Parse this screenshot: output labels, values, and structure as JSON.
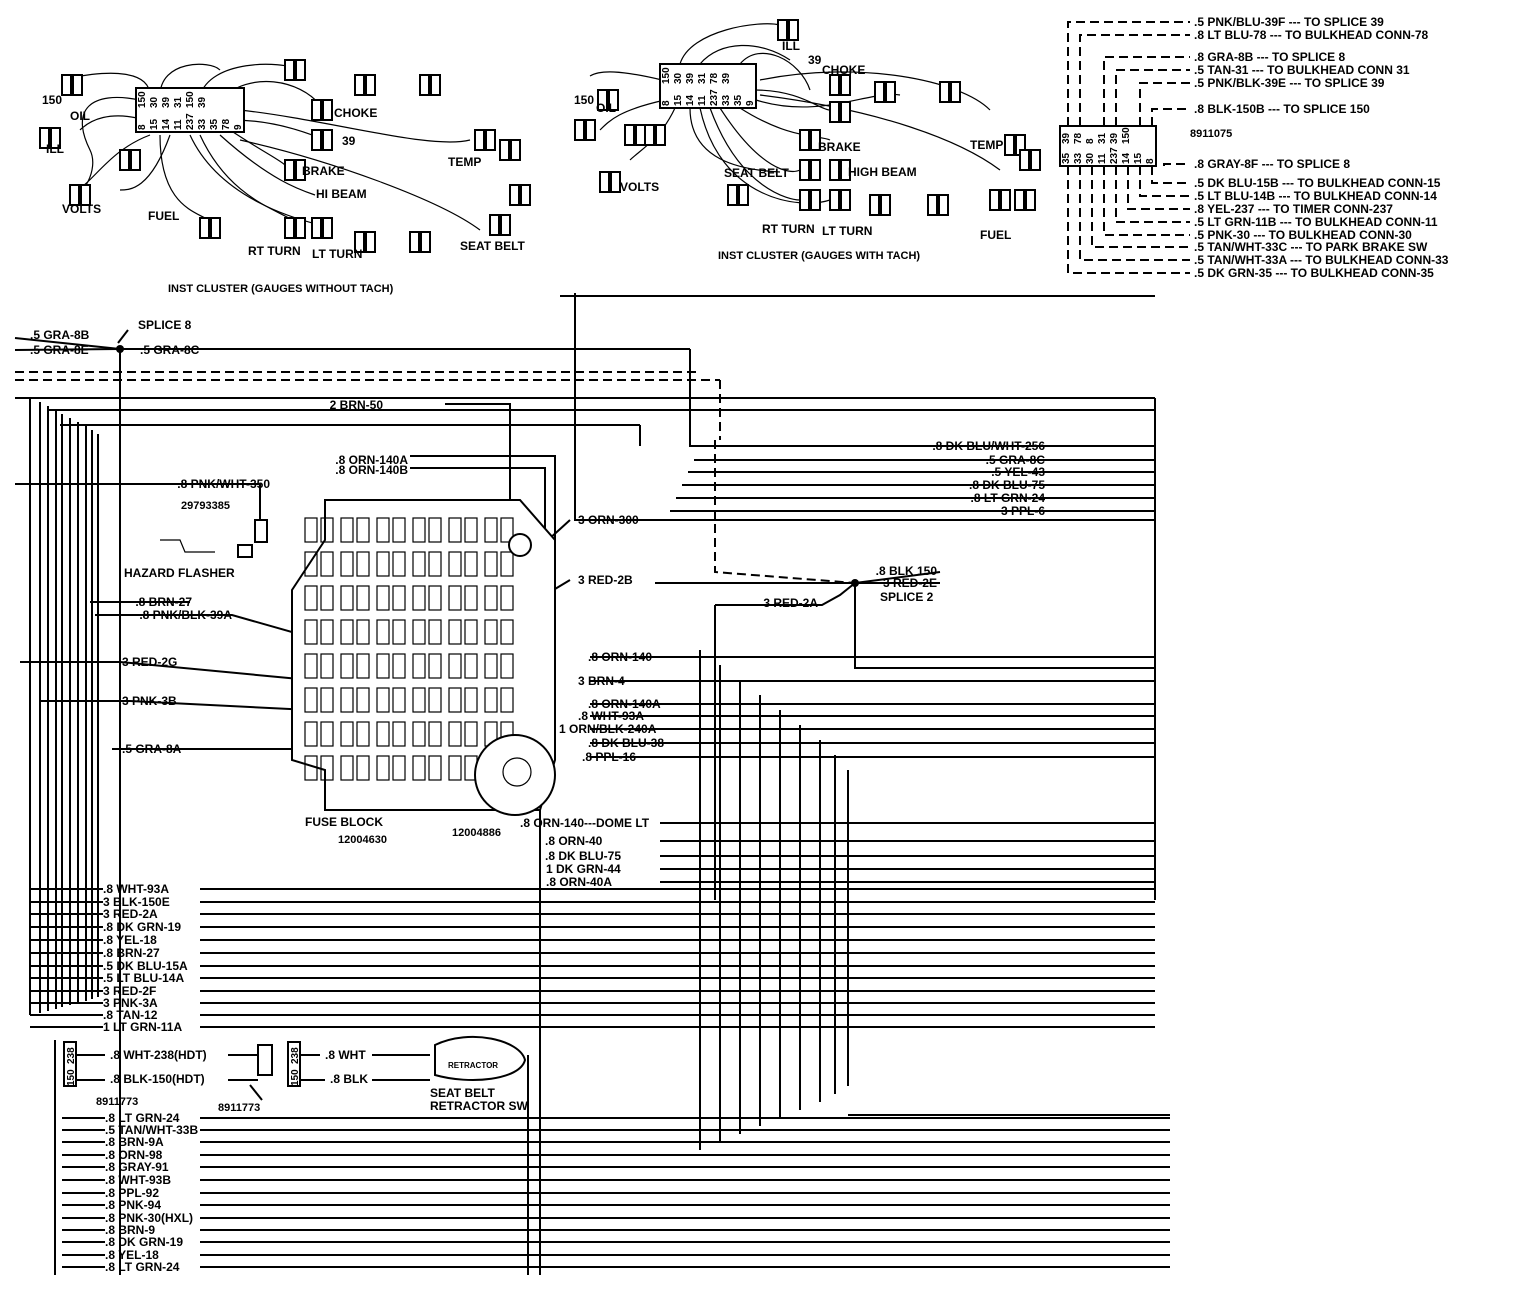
{
  "colors": {
    "line": "#000000",
    "background": "#ffffff"
  },
  "clusters": {
    "no_tach": {
      "caption": "INST CLUSTER (GAUGES WITHOUT TACH)",
      "pins_top": [
        "150",
        "30",
        "39",
        "31",
        "150",
        "39"
      ],
      "pins_bottom": [
        "8",
        "15",
        "14",
        "11",
        "237",
        "33",
        "35",
        "78",
        "9"
      ],
      "labels": [
        {
          "text": "OIL"
        },
        {
          "text": "VOLTS"
        },
        {
          "text": "FUEL"
        },
        {
          "text": "CHOKE"
        },
        {
          "text": "BRAKE"
        },
        {
          "text": "HI BEAM"
        },
        {
          "text": "RT TURN"
        },
        {
          "text": "LT TURN"
        },
        {
          "text": "TEMP"
        },
        {
          "text": "SEAT BELT"
        },
        {
          "text": "ILL"
        },
        {
          "text": "150"
        },
        {
          "text": "39"
        }
      ]
    },
    "tach": {
      "caption": "INST CLUSTER (GAUGES WITH TACH)",
      "pins_top": [
        "150",
        "30",
        "39",
        "31",
        "78",
        "39"
      ],
      "pins_bottom": [
        "8",
        "15",
        "14",
        "11",
        "237",
        "33",
        "35",
        "9"
      ],
      "labels": [
        {
          "text": "OIL"
        },
        {
          "text": "VOLTS"
        },
        {
          "text": "CHOKE"
        },
        {
          "text": "BRAKE"
        },
        {
          "text": "SEAT BELT"
        },
        {
          "text": "HIGH BEAM"
        },
        {
          "text": "RT TURN"
        },
        {
          "text": "LT TURN"
        },
        {
          "text": "TEMP"
        },
        {
          "text": "FUEL"
        },
        {
          "text": "ILL"
        },
        {
          "text": "150"
        },
        {
          "text": "39"
        }
      ]
    }
  },
  "connector_8911075": {
    "part_number": "8911075",
    "pins_top": [
      "39",
      "78",
      "8",
      "31",
      "39",
      "150"
    ],
    "pins_bottom": [
      "35",
      "33",
      "30",
      "11",
      "237",
      "14",
      "15",
      "8"
    ],
    "circuits": [
      ".5 PNK/BLU-39F --- TO SPLICE 39",
      ".8 LT BLU-78 --- TO BULKHEAD CONN-78",
      ".8 GRA-8B --- TO SPLICE 8",
      ".5 TAN-31 --- TO BULKHEAD CONN 31",
      ".5 PNK/BLK-39E --- TO SPLICE 39",
      ".8 BLK-150B --- TO SPLICE 150",
      ".8 GRAY-8F --- TO SPLICE 8",
      ".5 DK BLU-15B --- TO BULKHEAD CONN-15",
      ".5 LT BLU-14B --- TO BULKHEAD CONN-14",
      ".8 YEL-237 --- TO TIMER CONN-237",
      ".5 LT GRN-11B --- TO BULKHEAD CONN-11",
      ".5 PNK-30 --- TO BULKHEAD CONN-30",
      ".5 TAN/WHT-33C --- TO PARK BRAKE SW",
      ".5 TAN/WHT-33A --- TO BULKHEAD CONN-33",
      ".5 DK GRN-35 --- TO BULKHEAD CONN-35"
    ]
  },
  "splice8": {
    "title": "SPLICE 8",
    "wires": [
      ".5 GRA-8B",
      ".5 GRA-8E",
      ".5 GRA-8C"
    ]
  },
  "splice2": {
    "title": "SPLICE 2",
    "wires": [
      ".8 BLK 150",
      "3 RED-2E",
      "3 RED-2A"
    ]
  },
  "right_wires": [
    ".8 DK BLU/WHT-256",
    ".5 GRA-8C",
    ".5 YEL-43",
    ".8 DK BLU-75",
    ".8 LT GRN-24",
    "3 PPL-6"
  ],
  "fuse_block": {
    "title": "FUSE BLOCK",
    "part_number": "12004630",
    "part_number_2": "12004886",
    "hazard_flasher": "HAZARD FLASHER",
    "hazard_part": "29793385",
    "wires": [
      "2 BRN-50",
      ".8 ORN-140A",
      ".8 ORN-140B",
      ".8 PNK/WHT-350",
      "3 ORN-300",
      "3 RED-2B",
      ".8 BRN-27",
      ".8 PNK/BLK-39A",
      "3 RED-2G",
      "3 PNK-3B",
      ".5 GRA-8A",
      ".8 ORN-140",
      "3 BRN-4",
      ".8 ORN-140A",
      ".8 WHT-93A",
      "1 ORN/BLK-240A",
      ".8 DK BLU-38",
      ".8 PPL-16",
      ".8 ORN-140---DOME LT",
      ".8 ORN-40",
      ".8 DK BLU-75",
      "1 DK GRN-44",
      ".8 ORN-40A"
    ]
  },
  "left_bundle": [
    ".8 WHT-93A",
    "3 BLK-150E",
    "3 RED-2A",
    ".8 DK GRN-19",
    ".8 YEL-18",
    ".8 BRN-27",
    ".5 DK BLU-15A",
    ".5 LT BLU-14A",
    "3 RED-2F",
    "3 PNK-3A",
    ".8 TAN-12",
    "1 LT GRN-11A"
  ],
  "seat_belt": {
    "title_line1": "SEAT BELT",
    "title_line2": "RETRACTOR SW",
    "retractor_text": "RETRACTOR",
    "left_part": "8911773",
    "right_part": "8911773",
    "left_pins": [
      "238",
      "150"
    ],
    "right_pins": [
      "238",
      "150"
    ],
    "wires": [
      ".8 WHT-238(HDT)",
      ".8 BLK-150(HDT)",
      ".8 WHT",
      ".8 BLK"
    ]
  },
  "bottom_bundle": [
    ".8 LT GRN-24",
    ".5 TAN/WHT-33B",
    ".8 BRN-9A",
    ".8 ORN-98",
    ".8 GRAY-91",
    ".8 WHT-93B",
    ".8 PPL-92",
    ".8 PNK-94",
    ".8 PNK-30(HXL)",
    ".8 BRN-9",
    ".8 DK GRN-19",
    ".8 YEL-18",
    ".8 LT GRN-24"
  ]
}
